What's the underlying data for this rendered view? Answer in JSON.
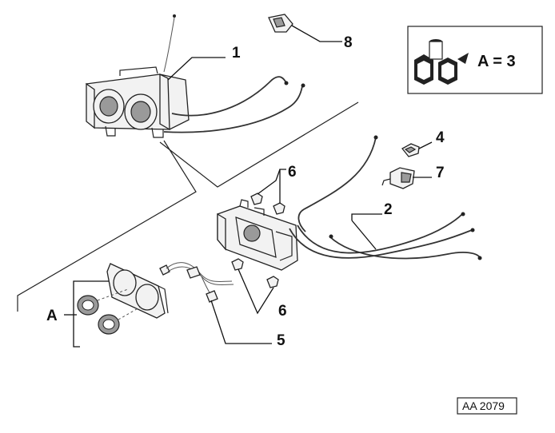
{
  "callouts": {
    "c1": "1",
    "c2": "2",
    "c4": "4",
    "c5": "5",
    "c6a": "6",
    "c6b": "6",
    "c7": "7",
    "c8": "8",
    "cA": "A"
  },
  "kit_box": {
    "label": "A = 3"
  },
  "drawing_code": "AA 2079",
  "colors": {
    "line": "#222222",
    "part_fill": "#f2f2f2",
    "part_shade": "#9a9a9a"
  }
}
